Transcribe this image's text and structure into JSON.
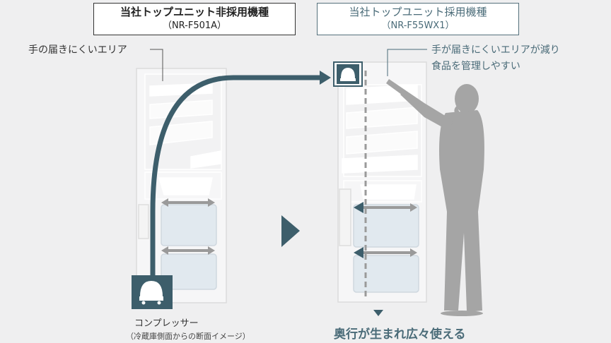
{
  "left_box": {
    "title": "当社トップユニット非採用機種",
    "model": "（NR-F501A）"
  },
  "right_box": {
    "title": "当社トップユニット採用機種",
    "model": "（NR-F55WX1）"
  },
  "left_callout": "手の届きにくいエリア",
  "right_callout": {
    "line1": "手が届きにくいエリアが減り",
    "line2": "食品を管理しやすい"
  },
  "compressor_label": "コンプレッサー",
  "compressor_note": "（冷蔵庫側面からの断面イメージ）",
  "bottom_message": "奥行が生まれ広々使える",
  "colors": {
    "accent": "#4a6b78",
    "dark_teal": "#3d5e6b",
    "gray_arrow": "#9a9a9a",
    "background": "#efeff0"
  }
}
